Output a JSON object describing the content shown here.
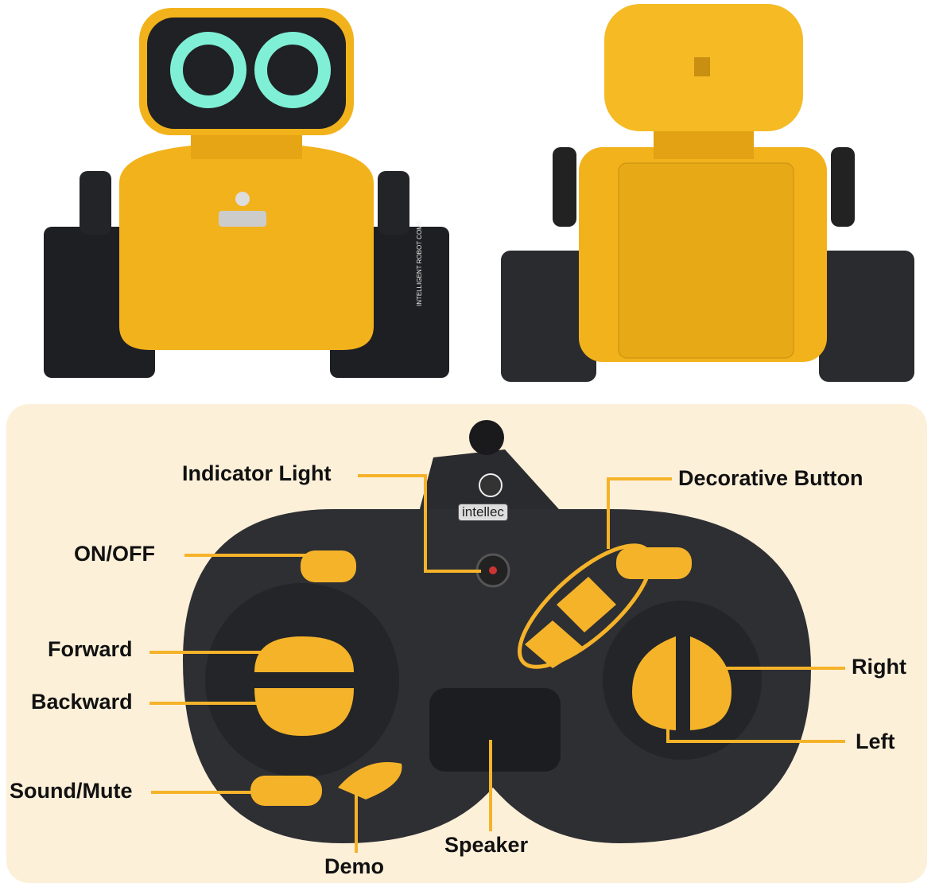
{
  "brand": "intellec",
  "robot_side_text": "INTELLIGENT ROBOT COME",
  "colors": {
    "accent": "#f5b32a",
    "robot_body": "#f2b21c",
    "controller": "#2e2f33",
    "panel": "#fdf0d9",
    "eyes": "#7ff0d6"
  },
  "labels": {
    "indicator_light": "Indicator Light",
    "decorative_button": "Decorative Button",
    "on_off": "ON/OFF",
    "forward": "Forward",
    "backward": "Backward",
    "right": "Right",
    "left": "Left",
    "sound_mute": "Sound/Mute",
    "demo": "Demo",
    "speaker": "Speaker"
  }
}
